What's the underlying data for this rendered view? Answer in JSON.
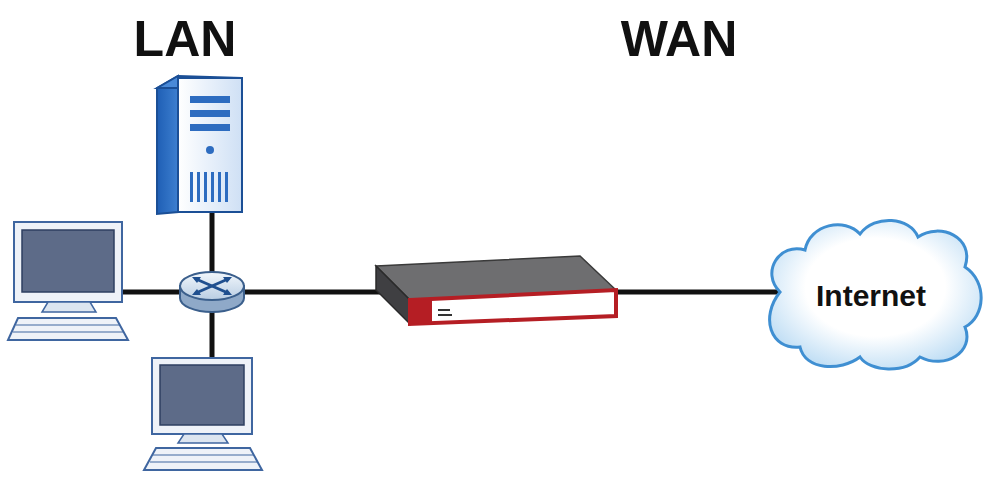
{
  "diagram": {
    "nodes": [
      {
        "text": [
          "Internet"
        ]
      }
    ],
    "labels": [
      "LAN",
      "WAN"
    ]
  }
}
